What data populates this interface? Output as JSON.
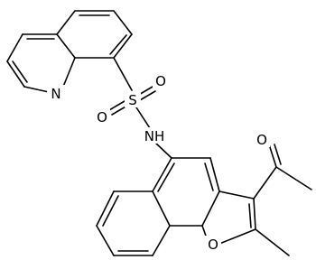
{
  "molecule": {
    "atom_labels": {
      "quinoline_n": "N",
      "sulfonyl_o_top": "O",
      "sulfonyl_s": "S",
      "sulfonyl_o_bottom": "O",
      "amide_nh": "NH",
      "acetyl_o": "O",
      "furan_o": "O"
    }
  },
  "colors": {
    "bond": "#000000",
    "background": "#ffffff"
  }
}
